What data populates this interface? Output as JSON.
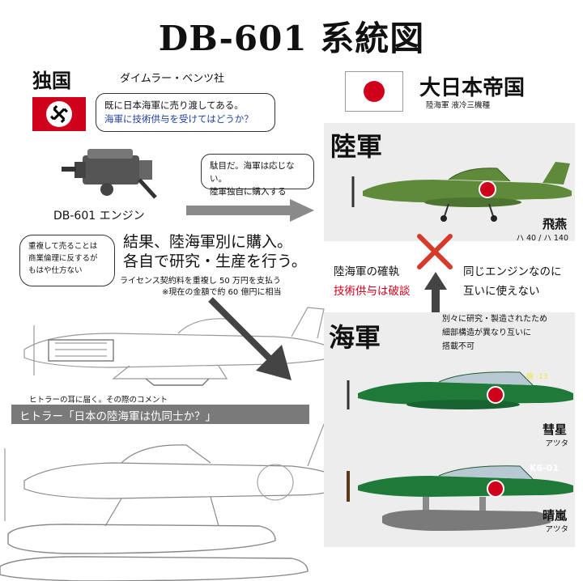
{
  "title": "DB-601 系統図",
  "germany": {
    "label": "独国",
    "company": "ダイムラー・ベンツ社",
    "engine_label": "DB-601 エンジン"
  },
  "japan": {
    "label": "大日本帝国",
    "sub": "陸海軍 液冷三機種"
  },
  "bubble_main": {
    "line1": "既に日本海軍に売り渡してある。",
    "line2": "海軍に技術供与を受けてはどうか？"
  },
  "bubble_army": {
    "line1": "駄目だ。海軍は応じない。",
    "line2": "陸軍独自に購入する"
  },
  "bubble_ethics": {
    "line1": "重複して売ることは",
    "line2": "商業倫理に反するが",
    "line3": "もはや仕方ない"
  },
  "result": {
    "line1": "結果、陸海軍別に購入。",
    "line2": "各自で研究・生産を行う。",
    "note1": "ライセンス契約料を重複し 50 万円を支払う",
    "note2": "※現在の金額で約 60 億円に相当"
  },
  "army": {
    "label": "陸軍",
    "plane_name": "飛燕",
    "plane_engine": "ハ 40 / ハ 140"
  },
  "navy": {
    "label": "海軍",
    "plane1_name": "彗星",
    "plane1_engine": "アツタ",
    "plane1_code": "嬉 -13",
    "plane2_name": "晴嵐",
    "plane2_engine": "アツタ",
    "plane2_code": "K6-01"
  },
  "conflict": {
    "left_line1": "陸海軍の確執",
    "left_line2": "技術供与は破談",
    "right_line1": "同じエンジンなのに",
    "right_line2": "互いに使えない",
    "detail1": "別々に研究・製造されたため",
    "detail2": "細部構造が異なり互いに",
    "detail3": "搭載不可"
  },
  "hitler": {
    "caption": "ヒトラーの耳に届く。その際のコメント",
    "quote": "ヒトラー「日本の陸海軍は仇同士か？」"
  },
  "colors": {
    "army_green": "#5f8a3a",
    "navy_green": "#1f7a3a",
    "hinomaru": "#d0021b",
    "arrow_gray": "#8a8a8a",
    "cross_red": "#d63a2a"
  }
}
